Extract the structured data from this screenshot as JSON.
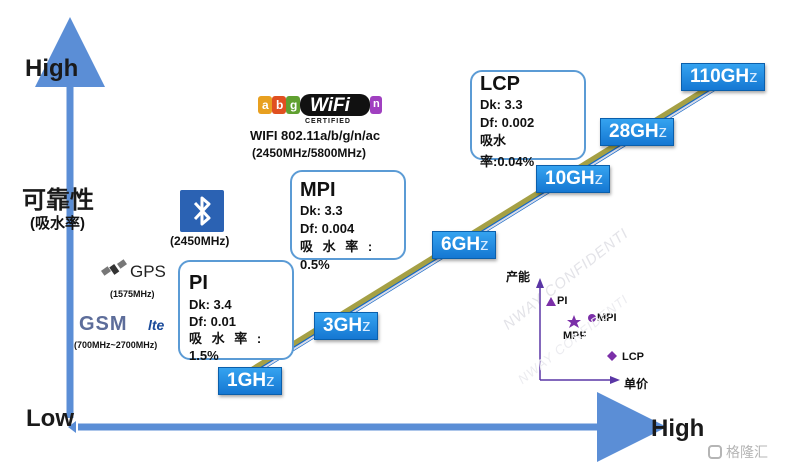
{
  "axes": {
    "y_high": "High",
    "y_title": "可靠性",
    "y_subtitle": "(吸水率)",
    "y_low": "Low",
    "x_high": "High"
  },
  "frequencies": [
    {
      "value": "1GH",
      "suffix": "z"
    },
    {
      "value": "3GH",
      "suffix": "z"
    },
    {
      "value": "6GH",
      "suffix": "z"
    },
    {
      "value": "10GH",
      "suffix": "z"
    },
    {
      "value": "28GH",
      "suffix": "z"
    },
    {
      "value": "110GH",
      "suffix": "z"
    }
  ],
  "materials": {
    "pi": {
      "name": "PI",
      "dk": "Dk: 3.4",
      "df": "Df: 0.01",
      "abs1": "吸 水 率 :",
      "abs2": "1.5%"
    },
    "mpi": {
      "name": "MPI",
      "dk": "Dk: 3.3",
      "df": "Df: 0.004",
      "abs1": "吸 水 率 :",
      "abs2": "0.5%"
    },
    "lcp": {
      "name": "LCP",
      "dk": "Dk: 3.3",
      "df": "Df: 0.002",
      "abs1": "吸水",
      "abs2": "率:0.04%"
    }
  },
  "technologies": {
    "wifi_logo_letters": [
      "a",
      "b",
      "g"
    ],
    "wifi_logo_word": "WiFi",
    "wifi_logo_tail": "n",
    "wifi_certified": "CERTIFIED",
    "wifi_line1": "WIFI 802.11a/b/g/n/ac",
    "wifi_line2": "(2450MHz/5800MHz)",
    "bluetooth_freq": "(2450MHz)",
    "gps_label": "GPS",
    "gps_freq": "(1575MHz)",
    "gsm_label": "GSM",
    "lte_label": "lte",
    "gsm_freq": "(700MHz~2700MHz)"
  },
  "inset": {
    "y_label": "产能",
    "x_label": "单价",
    "points": [
      {
        "label": "PI",
        "marker": "triangle"
      },
      {
        "label": "MPI",
        "marker": "circle"
      },
      {
        "label": "MPF",
        "marker": "star"
      },
      {
        "label": "LCP",
        "marker": "diamond"
      }
    ]
  },
  "watermarks": {
    "inset_text": "NWAY CONFIDENTI",
    "inset_text2": "NWAY CONFIDENTI",
    "corner": "格隆汇"
  },
  "colors": {
    "axis": "#5b8ed6",
    "freq_box": "#1f86dd",
    "diagonal_band": "#9a9a3a",
    "marker": "#7b2fa8",
    "box_border": "#5b9bd5"
  }
}
